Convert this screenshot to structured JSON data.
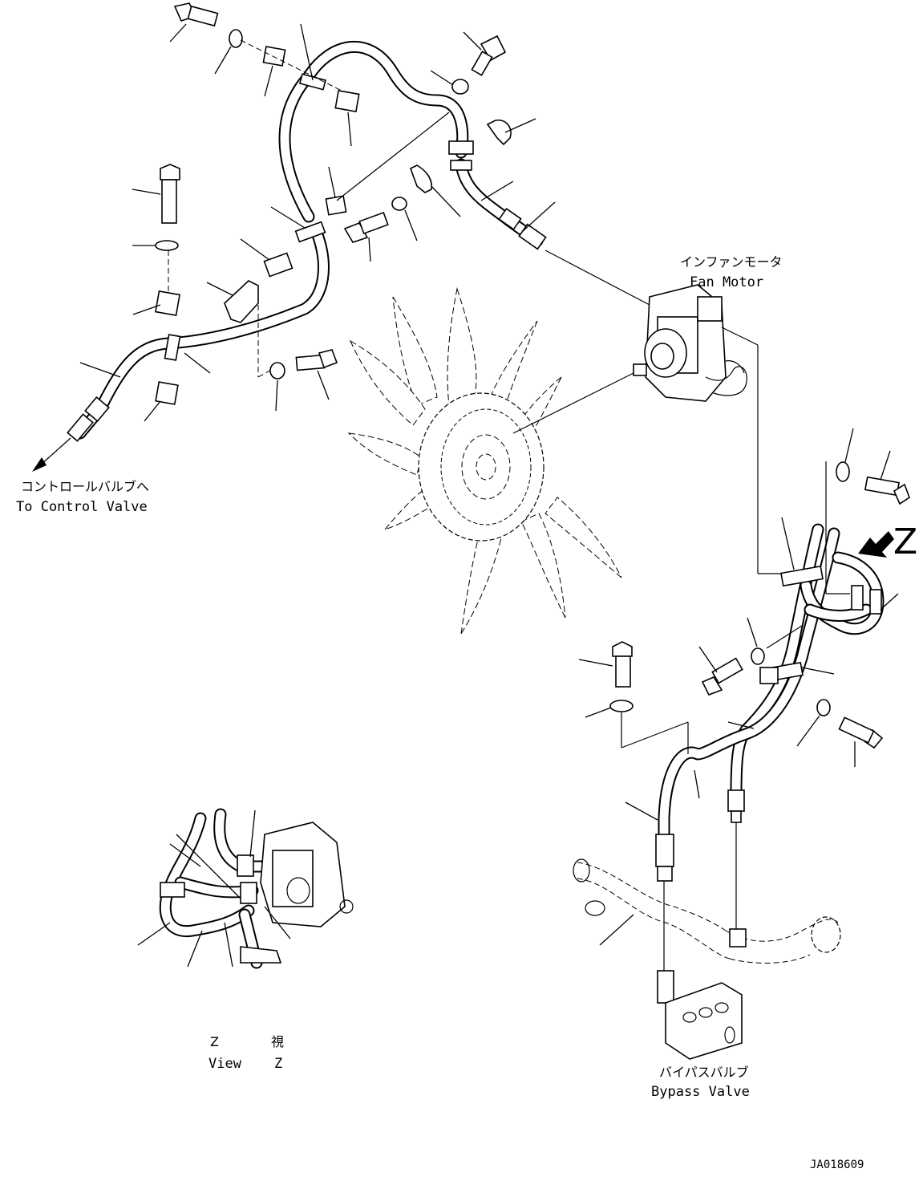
{
  "labels": {
    "control_valve_jp": "コントロールバルブへ",
    "control_valve_en": "To Control Valve",
    "fan_motor_jp": "インファンモータ",
    "fan_motor_en": "Fan Motor",
    "bypass_valve_jp": "バイパスバルブ",
    "bypass_valve_en": "Bypass Valve",
    "view_jp_letter": "Z",
    "view_jp_char": "視",
    "view_en_word": "View",
    "view_en_letter": "Z",
    "view_arrow_letter": "Z",
    "drawing_code": "JA018609"
  },
  "icons": {
    "flow_arrow": "arrow-down-left-icon",
    "view_arrow": "view-direction-arrow-icon"
  },
  "colors": {
    "line": "#000000",
    "background": "#ffffff"
  }
}
